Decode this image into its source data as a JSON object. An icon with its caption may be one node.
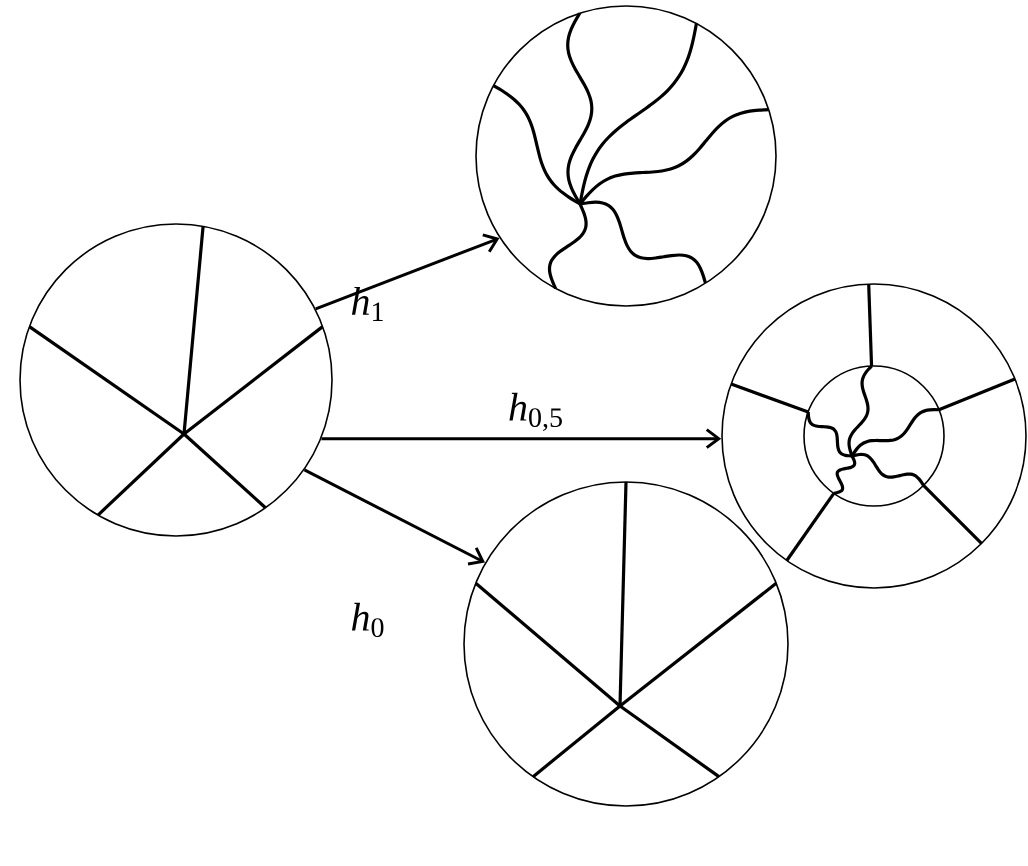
{
  "diagram": {
    "nodes": [
      {
        "text": [],
        "shape": "circle"
      },
      {
        "text": [],
        "shape": "circle"
      },
      {
        "text": [],
        "shape": "circle"
      },
      {
        "text": [],
        "shape": "circle"
      }
    ],
    "edges": [
      {
        "from": 0,
        "to": 1,
        "arrow": "to",
        "label": "*h*$_{1}$"
      },
      {
        "from": 0,
        "to": 2,
        "arrow": "to",
        "label": "*h*$_{0,5}$"
      },
      {
        "from": 0,
        "to": 3,
        "arrow": "to",
        "label": "*h*$_{0}$"
      }
    ]
  }
}
